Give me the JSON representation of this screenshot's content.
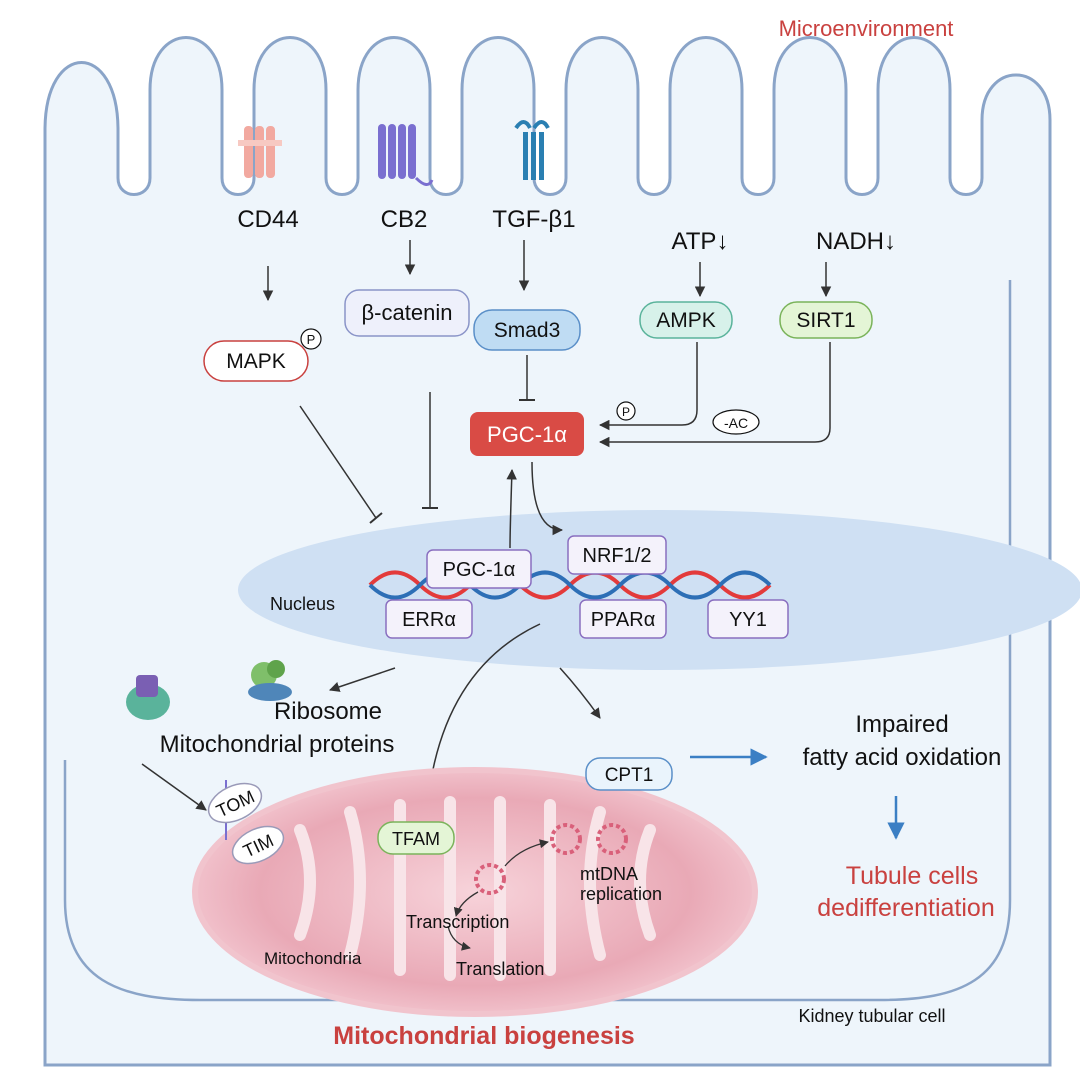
{
  "labels": {
    "microenvironment": "Microenvironment",
    "cd44": "CD44",
    "cb2": "CB2",
    "tgfb1": "TGF-β1",
    "atp": "ATP↓",
    "nadh": "NADH↓",
    "mapk": "MAPK",
    "p_mapk": "P",
    "bcatenin": "β-catenin",
    "smad3": "Smad3",
    "ampk": "AMPK",
    "sirt1": "SIRT1",
    "p_ampk": "P",
    "ac": "-AC",
    "pgc1a_main": "PGC-1α",
    "nucleus": "Nucleus",
    "pgc1a_nuc": "PGC-1α",
    "nrf12": "NRF1/2",
    "erra": "ERRα",
    "ppara": "PPARα",
    "yy1": "YY1",
    "ribosome": "Ribosome",
    "mito_proteins": "Mitochondrial proteins",
    "impaired": "Impaired",
    "fao": "fatty acid oxidation",
    "cpt1": "CPT1",
    "tubule": "Tubule cells",
    "dediff": "dedifferentiation",
    "tom": "TOM",
    "tim": "TIM",
    "tfam": "TFAM",
    "mtdna": "mtDNA",
    "replication": "replication",
    "transcription": "Transcription",
    "translation": "Translation",
    "mitochondria": "Mitochondria",
    "biogenesis": "Mitochondrial biogenesis",
    "kidney_cell": "Kidney tubular cell"
  },
  "colors": {
    "accent_red": "#c9413f",
    "cell_outline": "#8aa4c8",
    "cell_fill": "#eef5fb",
    "nucleus_fill": "#cfe0f3",
    "pgc_fill": "#d94b45"
  }
}
